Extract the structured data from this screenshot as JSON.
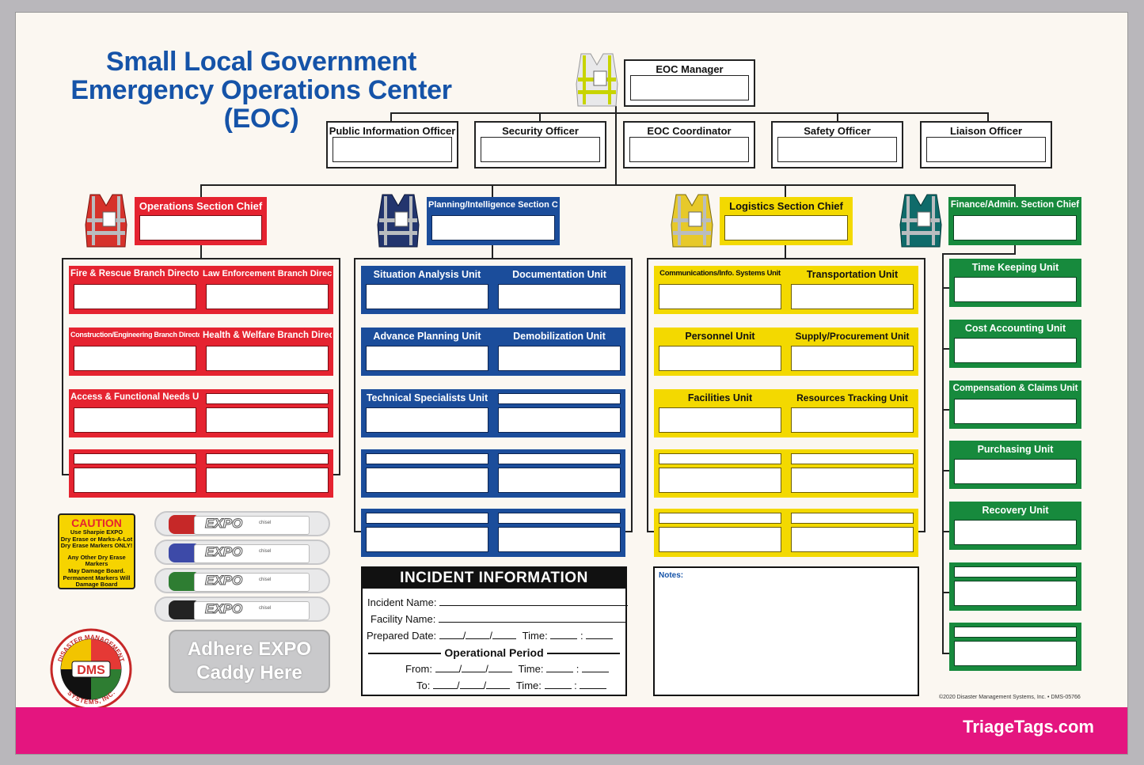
{
  "header": {
    "line1": "Small Local Government",
    "line2": "Emergency Operations Center",
    "line3": "(EOC)"
  },
  "command": {
    "manager": "EOC Manager",
    "staff": [
      "Public Information Officer",
      "Security Officer",
      "EOC Coordinator",
      "Safety Officer",
      "Liaison Officer"
    ]
  },
  "sections": {
    "operations": {
      "chief": "Operations Section Chief",
      "units": [
        "Fire & Rescue Branch Director",
        "Law Enforcement Branch Director",
        "Construction/Engineering Branch Director",
        "Health & Welfare Branch Director",
        "Access & Functional Needs Unit",
        "",
        "",
        ""
      ]
    },
    "planning": {
      "chief": "Planning/Intelligence Section Chief",
      "units": [
        "Situation Analysis Unit",
        "Documentation Unit",
        "Advance Planning Unit",
        "Demobilization Unit",
        "Technical Specialists Unit",
        "",
        "",
        "",
        "",
        ""
      ]
    },
    "logistics": {
      "chief": "Logistics Section Chief",
      "units": [
        "Communications/Info. Systems Unit",
        "Transportation Unit",
        "Personnel Unit",
        "Supply/Procurement Unit",
        "Facilities Unit",
        "Resources Tracking Unit",
        "",
        "",
        "",
        ""
      ]
    },
    "finance": {
      "chief": "Finance/Admin. Section Chief",
      "units": [
        "Time Keeping Unit",
        "Cost Accounting Unit",
        "Compensation & Claims Unit",
        "Purchasing Unit",
        "Recovery Unit",
        "",
        ""
      ]
    }
  },
  "caution": {
    "heading": "CAUTION",
    "line1": "Use Sharpie EXPO",
    "line2": "Dry Erase or Marks-A-Lot",
    "line3": "Dry Erase Markers ONLY!",
    "line4": "Any Other Dry Erase Markers",
    "line5": "May Damage Board.",
    "line6": "Permanent Markers Will",
    "line7": "Damage Board"
  },
  "caddy": {
    "brand": "EXPO",
    "tip": "chisel",
    "line1": "Adhere EXPO",
    "line2": "Caddy Here"
  },
  "incident": {
    "title": "INCIDENT INFORMATION",
    "incident_name": "Incident Name:",
    "facility_name": "Facility Name:",
    "prepared_date": "Prepared Date:",
    "time": "Time:",
    "operational_period": "Operational Period",
    "from": "From:",
    "to": "To:"
  },
  "notes": {
    "label": "Notes:"
  },
  "logo": {
    "ring_top": "DISASTER MANAGEMENT",
    "ring_bottom": "SYSTEMS, INC.",
    "center": "DMS"
  },
  "footer": {
    "copyright": "©2020 Disaster Management Systems, Inc. • DMS-05766",
    "url": "TriageTags.com"
  },
  "colors": {
    "operations": "#e52330",
    "planning": "#1b4d9b",
    "logistics": "#f3d900",
    "finance": "#178a3d",
    "title": "#1553a8",
    "footer": "#e4157f"
  }
}
